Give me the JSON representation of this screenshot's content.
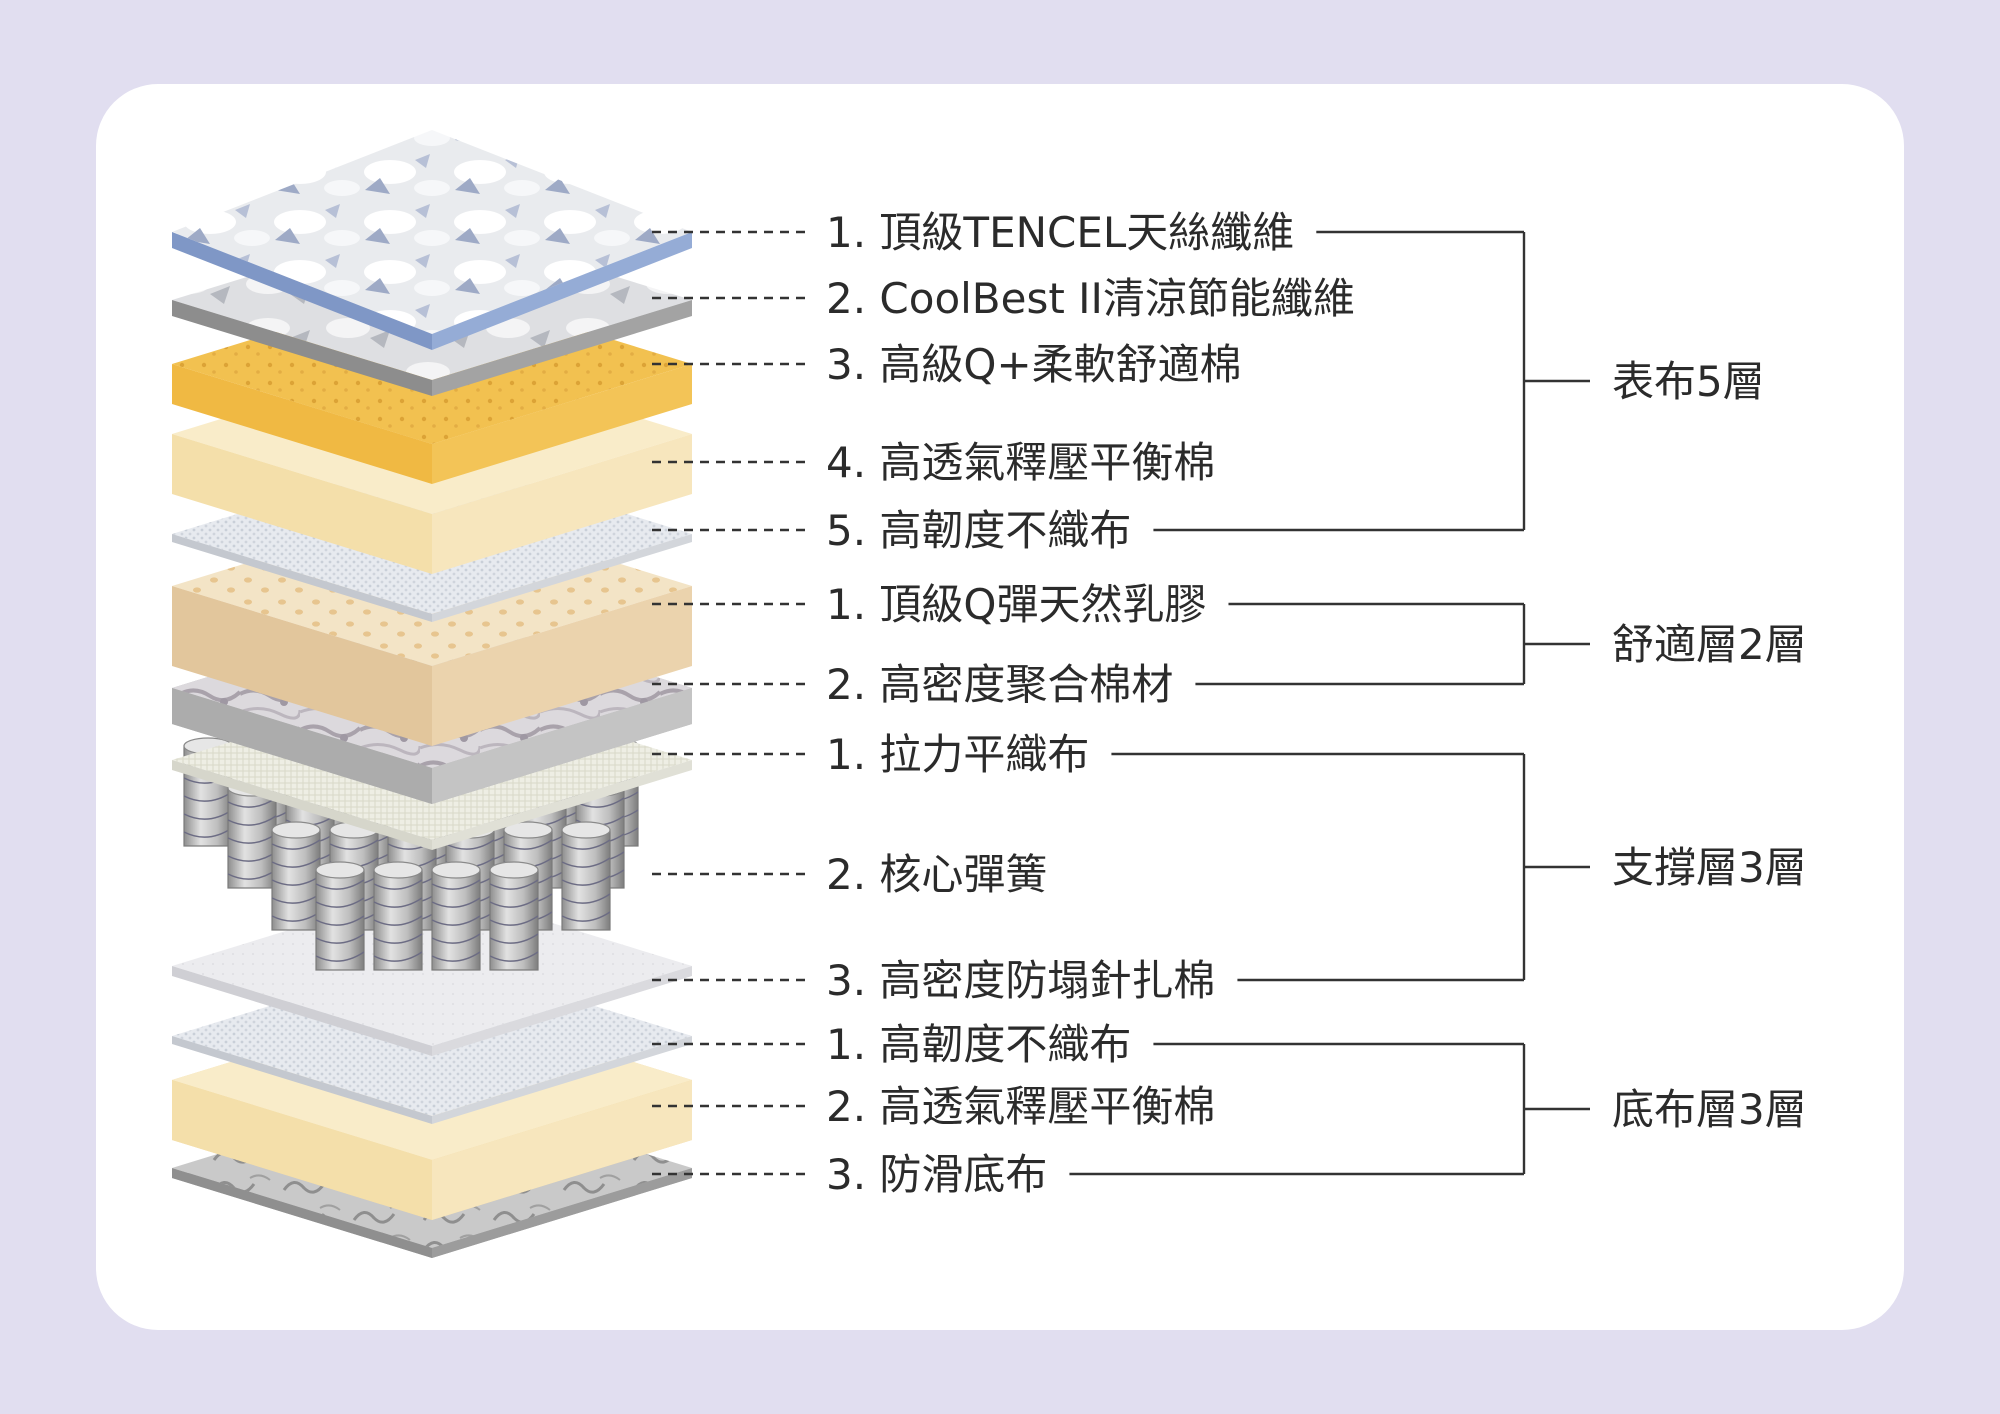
{
  "groups": [
    {
      "label": "表布5層",
      "items": [
        "1. 頂級TENCEL天絲纖維",
        "2. CoolBest II清涼節能纖維",
        "3. 高級Q+柔軟舒適棉",
        "4. 高透氣釋壓平衡棉",
        "5. 高韌度不織布"
      ]
    },
    {
      "label": "舒適層2層",
      "items": [
        "1. 頂級Q彈天然乳膠",
        "2. 高密度聚合棉材"
      ]
    },
    {
      "label": "支撐層3層",
      "items": [
        "1. 拉力平織布",
        "2. 核心彈簧",
        "3. 高密度防塌針扎棉"
      ]
    },
    {
      "label": "底布層3層",
      "items": [
        "1. 高韌度不織布",
        "2. 高透氣釋壓平衡棉",
        "3. 防滑底布"
      ]
    }
  ],
  "colors": {
    "background": "#e1def0",
    "card": "#ffffff",
    "tencel_edge": "#8ba3cf",
    "coolbest_edge": "#9a9a9a",
    "foam_yellow": "#f2c150",
    "cream": "#f7e4b8",
    "nonwoven": "#e4e8ee",
    "latex": "#e8cfa6",
    "poly_foam": "#b9b9b9",
    "spring": "#a8a8a8"
  }
}
